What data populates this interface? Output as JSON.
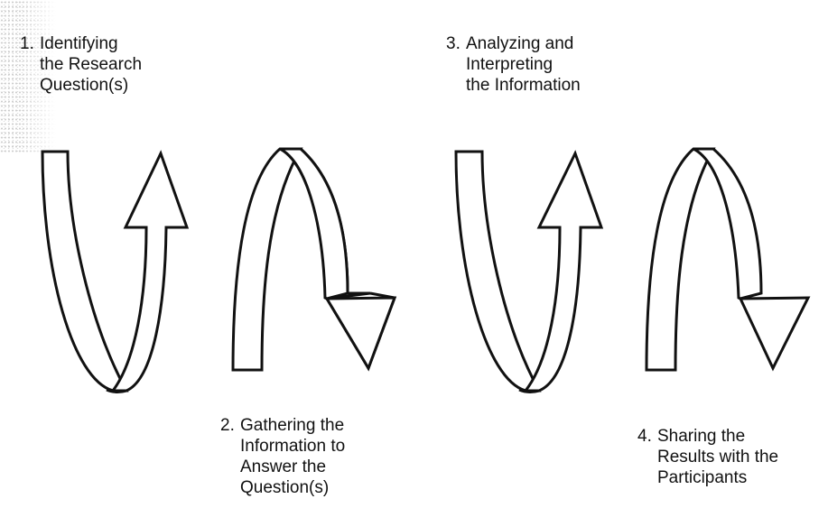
{
  "steps": [
    {
      "number": "1.",
      "lines": [
        "Identifying",
        "the Research",
        "Question(s)"
      ]
    },
    {
      "number": "2.",
      "lines": [
        "Gathering the",
        "Information to",
        "Answer the",
        "Question(s)"
      ]
    },
    {
      "number": "3.",
      "lines": [
        "Analyzing and",
        "Interpreting",
        "the Information"
      ]
    },
    {
      "number": "4.",
      "lines": [
        "Sharing the",
        "Results with the",
        "Participants"
      ]
    }
  ],
  "colors": {
    "stroke": "#111111",
    "fill": "#ffffff",
    "text": "#111111"
  },
  "arrows": [
    {
      "shape": "u-turn-up",
      "icon": "u-turn-up-arrow-icon"
    },
    {
      "shape": "arch-down",
      "icon": "arch-down-arrow-icon"
    },
    {
      "shape": "u-turn-up",
      "icon": "u-turn-up-arrow-icon"
    },
    {
      "shape": "arch-down",
      "icon": "arch-down-arrow-icon"
    }
  ]
}
